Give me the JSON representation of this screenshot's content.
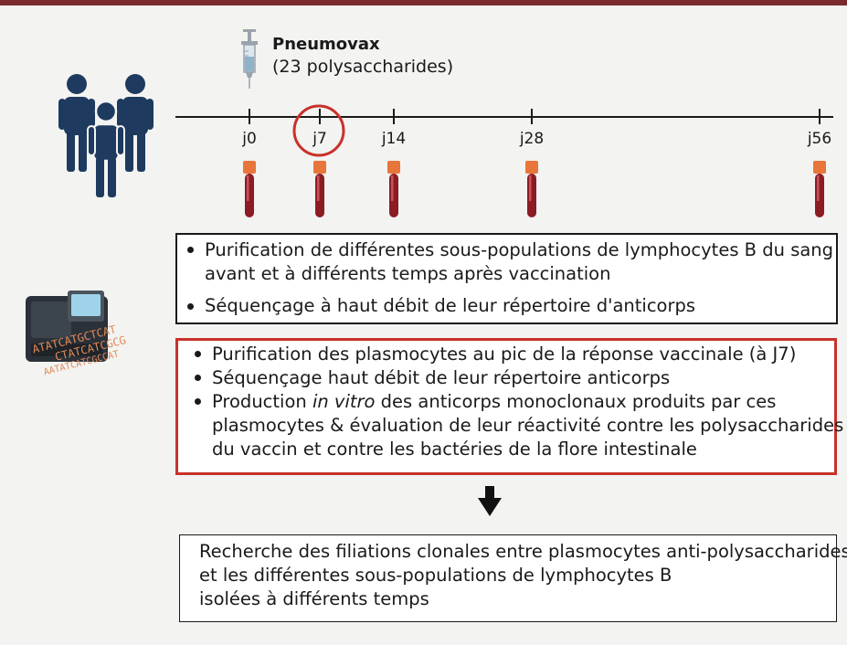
{
  "vaccine": {
    "name": "Pneumovax",
    "detail": "(23 polysaccharides)"
  },
  "timepoints": [
    "j0",
    "j7",
    "j14",
    "j28",
    "j56"
  ],
  "highlighted_timepoint": "j7",
  "box1": {
    "bullets": [
      {
        "line1": "Purification de différentes sous-populations de lymphocytes B du sang",
        "line2": "avant et à différents temps après vaccination"
      },
      {
        "line1": "Séquençage à haut débit de leur répertoire d'anticorps",
        "line2": ""
      }
    ]
  },
  "box2": {
    "bullet1": "Purification des plasmocytes au pic de la réponse vaccinale (à J7)",
    "bullet2": "Séquençage haut débit de leur répertoire anticorps",
    "bullet3_pre": "Production ",
    "bullet3_em": "in vitro",
    "bullet3_post": " des anticorps monoclonaux produits par ces",
    "bullet3_line2": "plasmocytes & évaluation de leur réactivité contre les polysaccharides",
    "bullet3_line3": "du vaccin et contre les bactéries de la flore intestinale"
  },
  "box3": {
    "line1": "Recherche des filiations clonales entre plasmocytes anti-polysaccharides",
    "line2": "et les différentes sous-populations de lymphocytes B",
    "line3": "isolées à différents temps"
  },
  "sequence_text": [
    "ATATCATGCTCAT",
    "CTATCATCGCG",
    "AATATCATCGCCAT"
  ],
  "colors": {
    "accent_red": "#c8312a",
    "top_bar": "#7a2a2e",
    "people": "#1e3a5f",
    "tube_cap": "#e8763a",
    "tube_blood": "#8b1c24",
    "sequence": "#e08a5a"
  }
}
